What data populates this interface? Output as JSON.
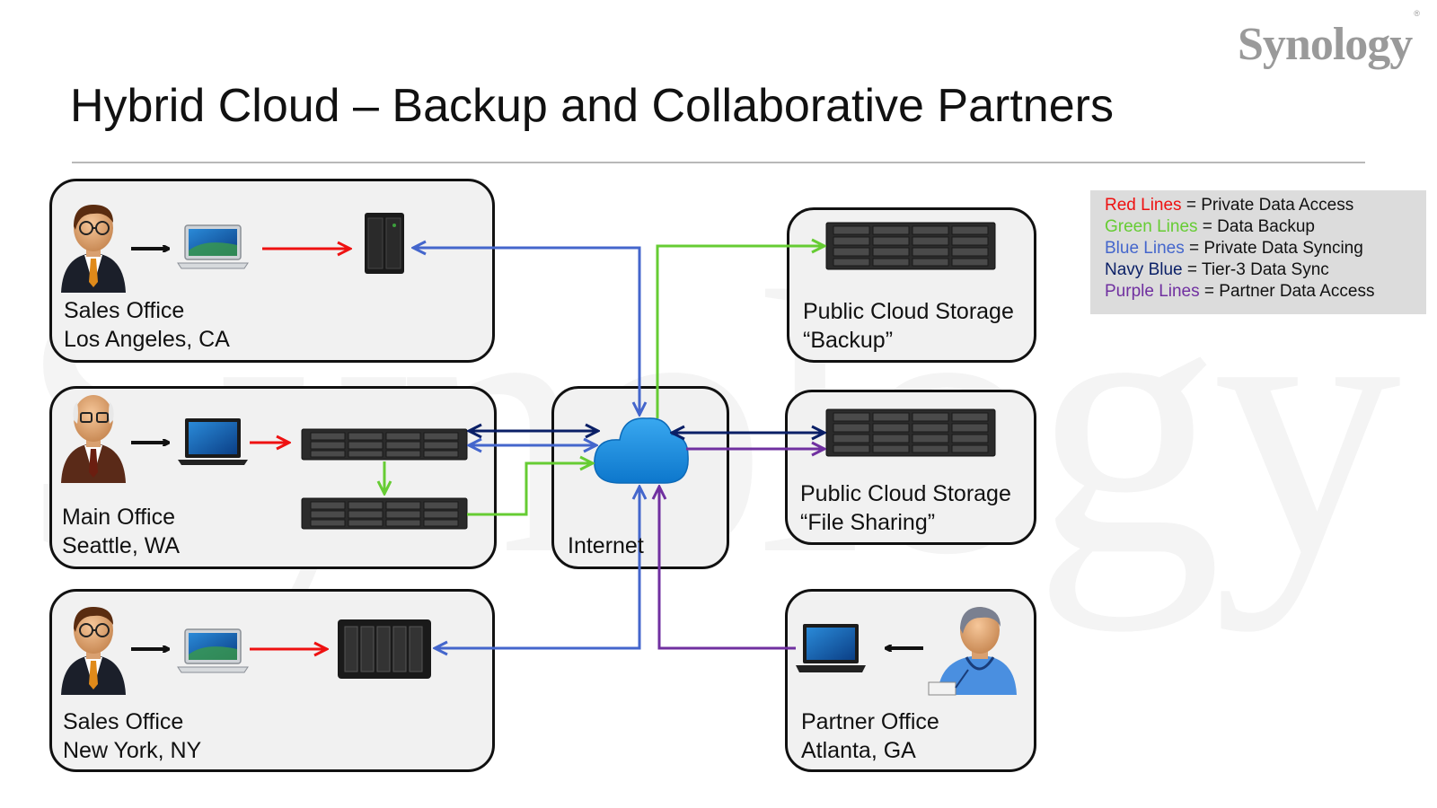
{
  "header": {
    "logo": "Synology",
    "logo_mark": "®",
    "title": "Hybrid Cloud – Backup and Collaborative Partners"
  },
  "nodes": {
    "sales_la": {
      "line1": "Sales Office",
      "line2": "Los Angeles, CA"
    },
    "main_seattle": {
      "line1": "Main Office",
      "line2": "Seattle, WA"
    },
    "sales_ny": {
      "line1": "Sales Office",
      "line2": "New York, NY"
    },
    "internet": {
      "label": "Internet"
    },
    "cloud_backup": {
      "line1": "Public Cloud Storage",
      "line2": "“Backup”"
    },
    "cloud_sharing": {
      "line1": "Public Cloud Storage",
      "line2": "“File Sharing”"
    },
    "partner_atlanta": {
      "line1": "Partner Office",
      "line2": "Atlanta, GA"
    }
  },
  "legend": {
    "items": [
      {
        "key": "Red Lines",
        "desc": " = Private Data Access",
        "color": "#ee1111"
      },
      {
        "key": "Green Lines",
        "desc": " = Data Backup",
        "color": "#66cc33"
      },
      {
        "key": "Blue Lines",
        "desc": " = Private Data Syncing",
        "color": "#4466cc"
      },
      {
        "key": "Navy Blue",
        "desc": " = Tier-3 Data Sync",
        "color": "#0a1f66"
      },
      {
        "key": "Purple Lines",
        "desc": " = Partner Data Access",
        "color": "#7030a0"
      }
    ]
  },
  "colors": {
    "red": "#ee1111",
    "green": "#66cc33",
    "blue": "#4466cc",
    "navy": "#0a1f66",
    "purple": "#7030a0",
    "cloud": "#1a8fe0"
  }
}
